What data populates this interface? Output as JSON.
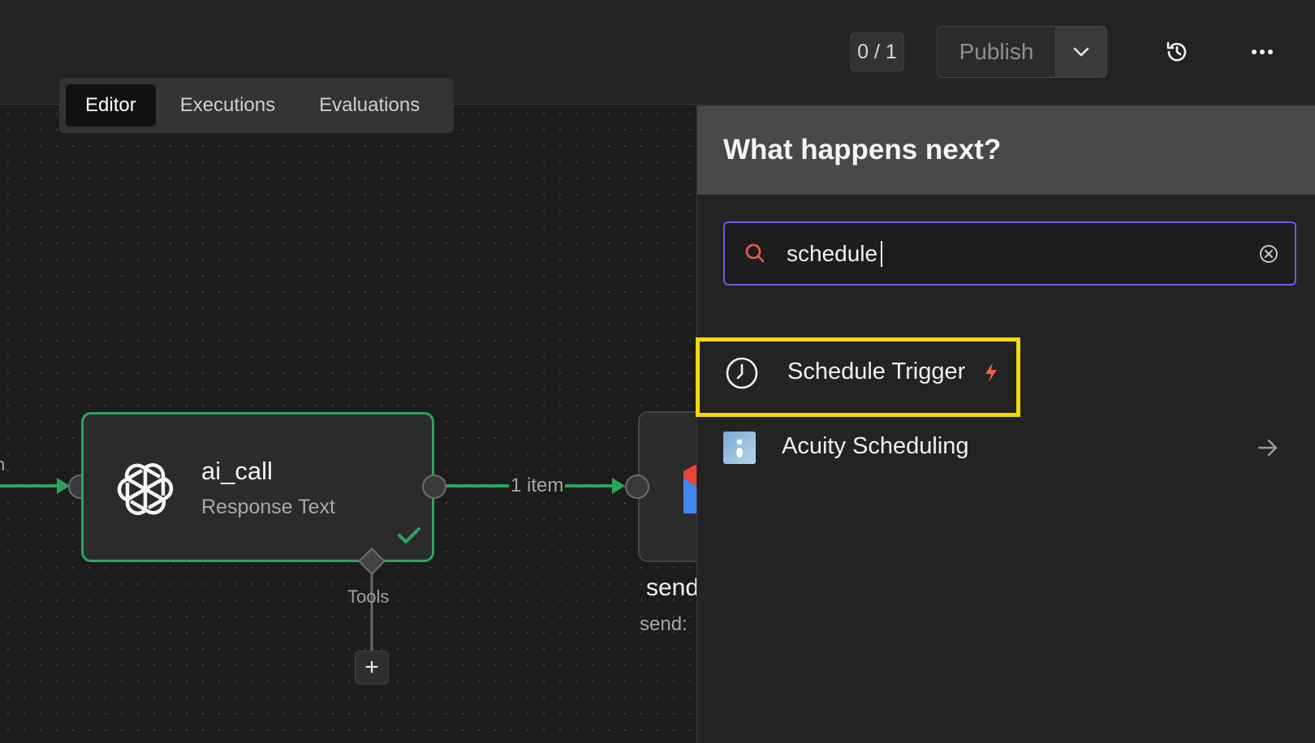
{
  "topbar": {
    "counter": "0 / 1",
    "publish_label": "Publish",
    "history_icon": "history-icon",
    "more_icon": "more-horizontal-icon"
  },
  "tabs": [
    {
      "label": "Editor",
      "active": true
    },
    {
      "label": "Executions",
      "active": false
    },
    {
      "label": "Evaluations",
      "active": false
    }
  ],
  "canvas": {
    "left_edge_label": "n",
    "node": {
      "title": "ai_call",
      "subtitle": "Response Text",
      "icon": "openai-icon",
      "status": "success"
    },
    "edge_label": "1 item",
    "tools_label": "Tools",
    "add_button": "+",
    "next_node": {
      "title": "send",
      "subtitle": "send:"
    }
  },
  "panel": {
    "title": "What happens next?",
    "search": {
      "value": "schedule",
      "placeholder": ""
    },
    "results": [
      {
        "label": "Schedule Trigger",
        "icon": "clock-icon",
        "trigger": true,
        "highlighted": true
      },
      {
        "label": "Acuity Scheduling",
        "icon": "acuity-logo-icon",
        "has_subnodes": true
      }
    ]
  },
  "colors": {
    "success": "#2ea35f",
    "search_border": "#6b5ce7",
    "highlight": "#f5d90a",
    "trigger_bolt": "#e8604c"
  }
}
